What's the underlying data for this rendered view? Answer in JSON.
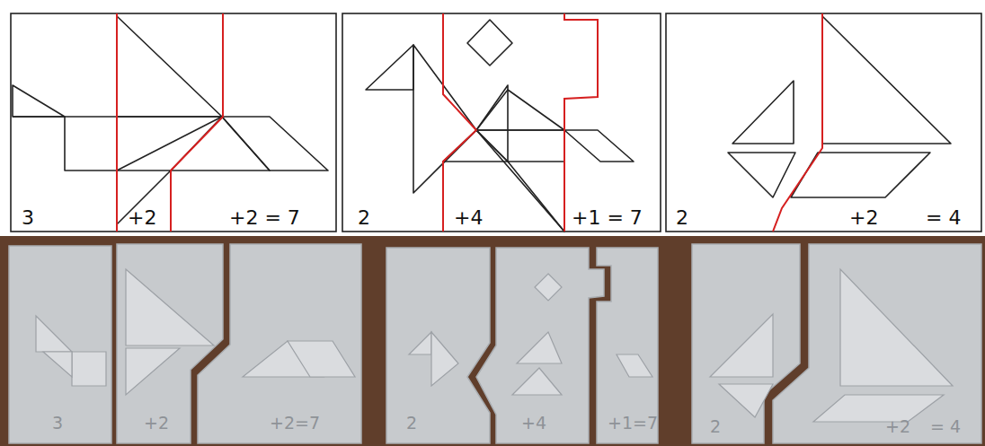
{
  "diagram": {
    "labels": [
      "3",
      "+2",
      "+2 = 7",
      "2",
      "+4",
      "+1 = 7",
      "2",
      "+2",
      "= 4",
      "3",
      "+2",
      "+2=7",
      "2",
      "+4",
      "+1=7",
      "2",
      "+2",
      "= 4"
    ]
  }
}
